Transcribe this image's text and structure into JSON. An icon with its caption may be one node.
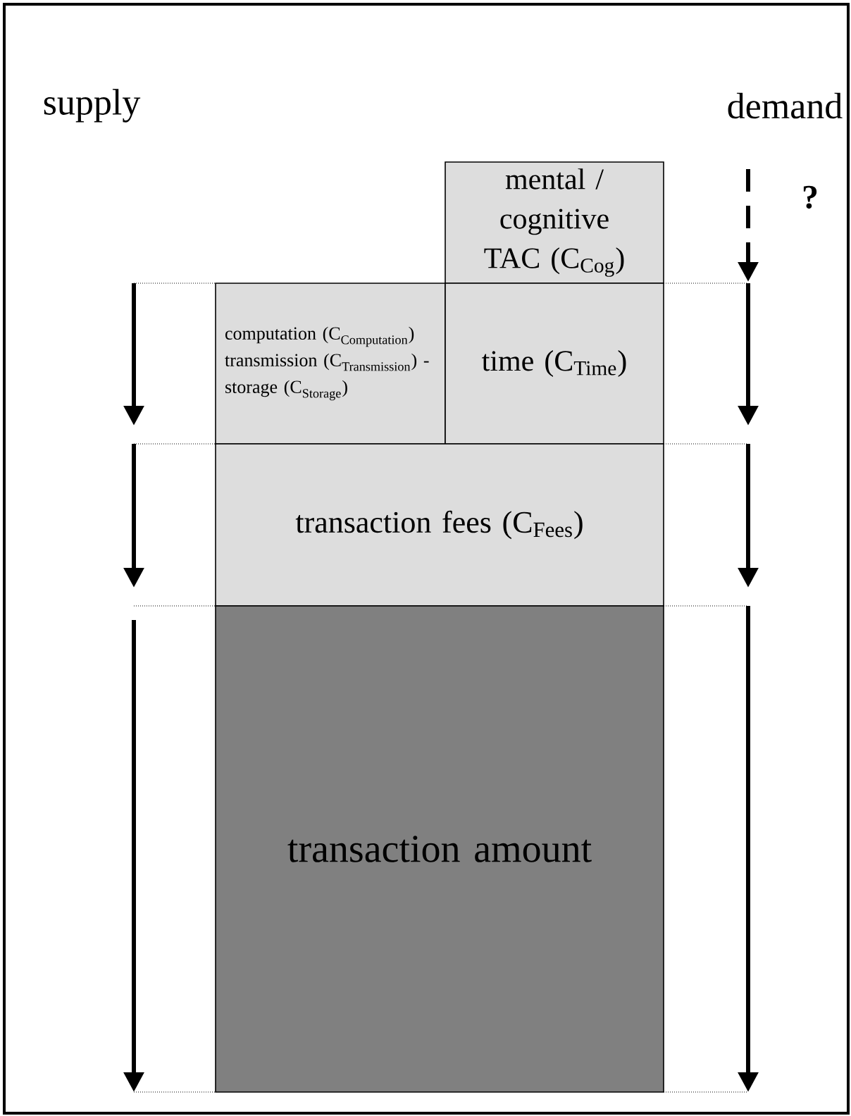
{
  "diagram": {
    "nodes": [
      {
        "text": [
          "mental / cognitive TAC (C$_{Cog}$)"
        ]
      },
      {
        "text": [
          "\\text{computation (C}_{\\text{Computation}}\\text{)}",
          "\\text{transmission (C}_{\\text{Transmission}}\\text{) -}",
          "\\text{storage (C}_{\\text{Storage}}\\text{)}"
        ]
      },
      {
        "text": [
          "time (C$_{Time}$)"
        ]
      },
      {
        "text": [
          "transaction fees (C$_{Fees}$)"
        ]
      },
      {
        "text": [
          "transaction amount"
        ]
      }
    ],
    "labels": [
      "supply",
      "demand",
      "?"
    ]
  }
}
